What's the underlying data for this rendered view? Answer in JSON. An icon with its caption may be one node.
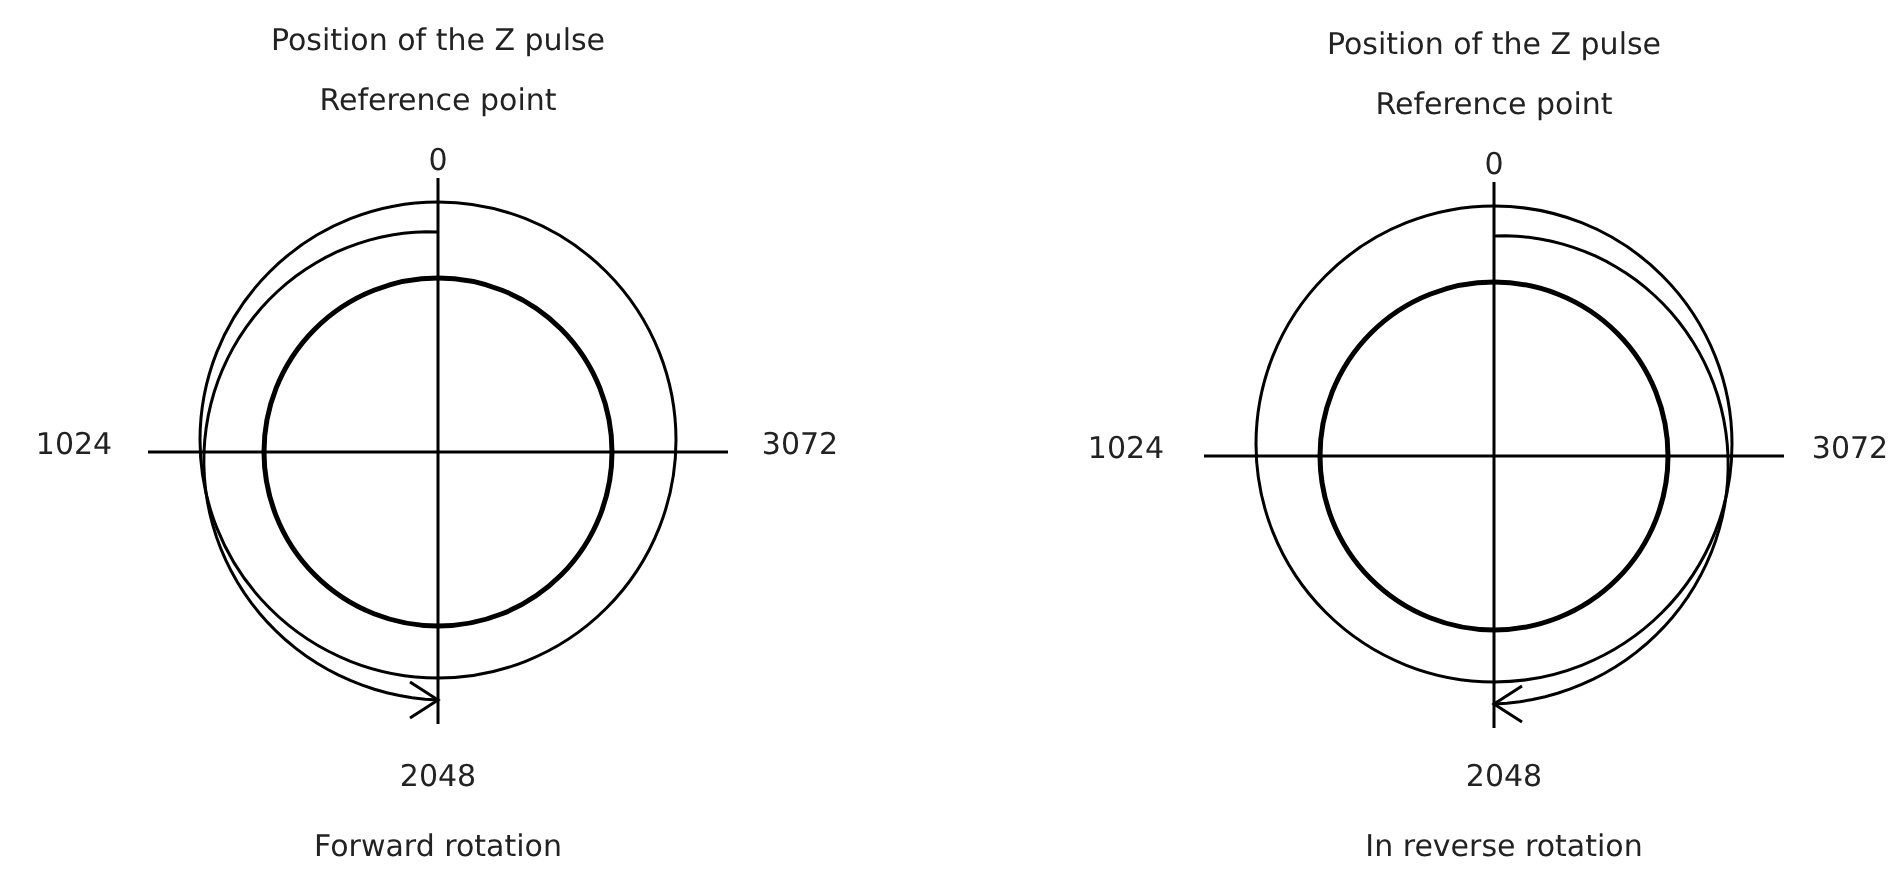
{
  "diagram": {
    "labels": [
      "Position of the Z pulse",
      "Reference point",
      "0",
      "1024",
      "3072",
      "2048",
      "Forward rotation",
      "Position of the Z pulse",
      "Reference point",
      "0",
      "1024",
      "3072",
      "2048",
      "In reverse rotation"
    ]
  }
}
